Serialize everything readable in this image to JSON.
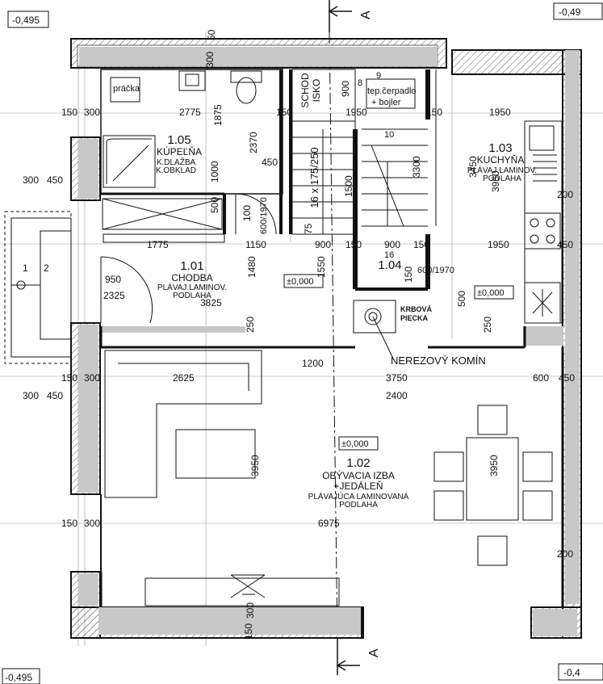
{
  "levels": {
    "top_left": "-0,495",
    "top_right": "-0,49",
    "bottom_left": "-0,495",
    "bottom_right": "-0,4"
  },
  "section_marker": "A",
  "axis_labels": [
    "1",
    "2"
  ],
  "rooms": [
    {
      "number": "1.05",
      "name": "KÚPEĽŇA",
      "finish": [
        "K.DLAŽBA",
        "K.OBKLAD"
      ]
    },
    {
      "number": "1.01",
      "name": "CHODBA",
      "finish": [
        "PLÁVAJ.LAMINOV.",
        "PODLAHA"
      ]
    },
    {
      "number": "1.03",
      "name": "KUCHYŇA",
      "finish": [
        "PLÁVAJ.LAMINOV.",
        "PODLAHA"
      ]
    },
    {
      "number": "1.04",
      "name": "",
      "finish": []
    },
    {
      "number": "1.02",
      "name": "OBÝVACIA IZBA",
      "name2": "+JEDÁLEŇ",
      "finish": [
        "PLÁVAJÚCA LAMINOVANÁ",
        "PODLAHA"
      ]
    }
  ],
  "elevations": [
    "±0,000",
    "±0,000",
    "±0,000"
  ],
  "fixtures": {
    "washer": "práčka",
    "boiler_line1": "tep.čerpadlo",
    "boiler_line2": "+ bojler",
    "stove_line1": "KRBOVÁ",
    "stove_line2": "PIECKA",
    "chimney": "NEREZOVÝ KOMÍN"
  },
  "stair": {
    "label1": "SCHOD",
    "label2": "ISKO",
    "spec": "16 x 175/250",
    "steps": [
      "8",
      "9",
      "10",
      "16"
    ]
  },
  "doors": [
    "600/1970",
    "600/1970"
  ],
  "dimensions": {
    "d150": "150",
    "d300": "300",
    "d450": "450",
    "d50": "50",
    "d2775": "2775",
    "d1950": "1950",
    "d1875": "1875",
    "d2370": "2370",
    "d900": "900",
    "d1500": "1500",
    "d3300": "3300",
    "d3450": "3450",
    "d3950": "3950",
    "d200": "200",
    "d500": "500",
    "d1000": "1000",
    "d100": "100",
    "d75": "75",
    "d1775": "1775",
    "d1150": "1150",
    "d950": "950",
    "d2325": "2325",
    "d1480": "1480",
    "d1550": "1550",
    "d3825": "3825",
    "d250": "250",
    "d1200": "1200",
    "d2625": "2625",
    "d3750": "3750",
    "d600": "600",
    "d2400": "2400",
    "d6975": "6975"
  }
}
